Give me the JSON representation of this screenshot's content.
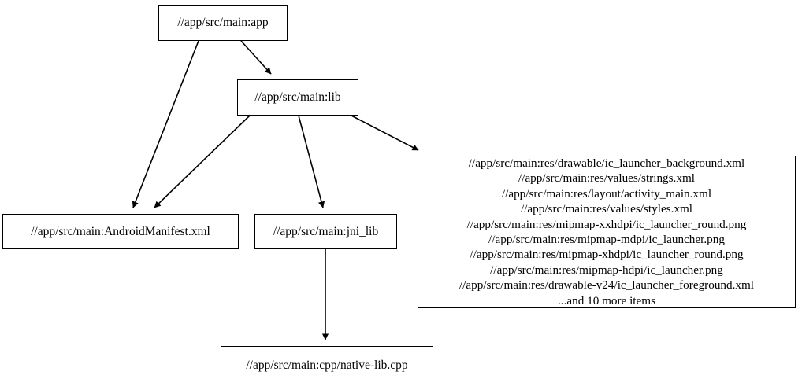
{
  "graph": {
    "type": "directed-dependency-graph",
    "background_color": "#ffffff",
    "node_fill_color": "#ffffff",
    "node_border_color": "#000000",
    "edge_color": "#000000",
    "text_color": "#000000",
    "nodes": [
      {
        "id": "app",
        "label": "//app/src/main:app"
      },
      {
        "id": "lib",
        "label": "//app/src/main:lib"
      },
      {
        "id": "manifest",
        "label": "//app/src/main:AndroidManifest.xml"
      },
      {
        "id": "jni_lib",
        "label": "//app/src/main:jni_lib"
      },
      {
        "id": "native_lib",
        "label": "//app/src/main:cpp/native-lib.cpp"
      },
      {
        "id": "resources",
        "label": "//app/src/main:res/drawable/ic_launcher_background.xml\n//app/src/main:res/values/strings.xml\n//app/src/main:res/layout/activity_main.xml\n//app/src/main:res/values/styles.xml\n//app/src/main:res/mipmap-xxhdpi/ic_launcher_round.png\n//app/src/main:res/mipmap-mdpi/ic_launcher.png\n//app/src/main:res/mipmap-xhdpi/ic_launcher_round.png\n//app/src/main:res/mipmap-hdpi/ic_launcher.png\n//app/src/main:res/drawable-v24/ic_launcher_foreground.xml\n...and 10 more items",
        "lines": [
          "//app/src/main:res/drawable/ic_launcher_background.xml",
          "//app/src/main:res/values/strings.xml",
          "//app/src/main:res/layout/activity_main.xml",
          "//app/src/main:res/values/styles.xml",
          "//app/src/main:res/mipmap-xxhdpi/ic_launcher_round.png",
          "//app/src/main:res/mipmap-mdpi/ic_launcher.png",
          "//app/src/main:res/mipmap-xhdpi/ic_launcher_round.png",
          "//app/src/main:res/mipmap-hdpi/ic_launcher.png",
          "//app/src/main:res/drawable-v24/ic_launcher_foreground.xml",
          "...and 10 more items"
        ],
        "overflow_note": "...and 10 more items",
        "hidden_item_count": 10
      }
    ],
    "edges": [
      {
        "from": "app",
        "to": "manifest"
      },
      {
        "from": "app",
        "to": "lib"
      },
      {
        "from": "lib",
        "to": "manifest"
      },
      {
        "from": "lib",
        "to": "jni_lib"
      },
      {
        "from": "lib",
        "to": "resources"
      },
      {
        "from": "jni_lib",
        "to": "native_lib"
      }
    ]
  }
}
